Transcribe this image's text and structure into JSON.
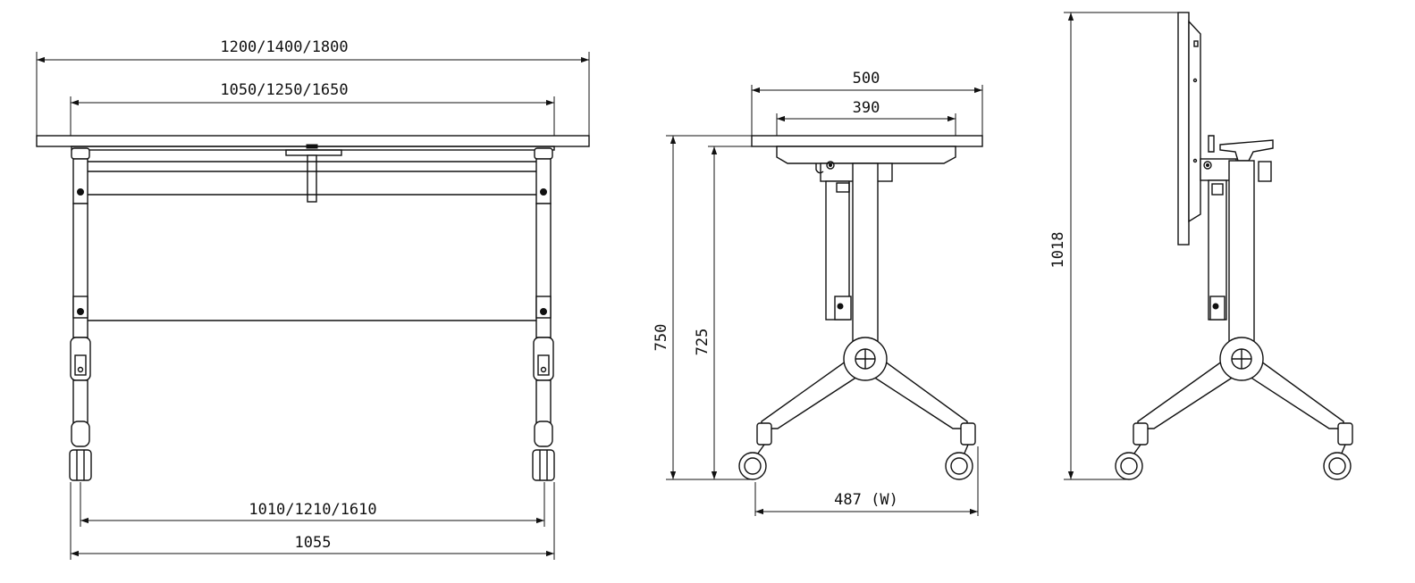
{
  "front_view": {
    "overall_width": "1200/1400/1800",
    "top_width": "1050/1250/1650",
    "caster_span": "1010/1210/1610",
    "base_width": "1055"
  },
  "side_view": {
    "top_depth": "500",
    "frame_depth": "390",
    "overall_height": "750",
    "frame_height": "725",
    "base_width": "487 (W)"
  },
  "folded_view": {
    "folded_height": "1018"
  }
}
